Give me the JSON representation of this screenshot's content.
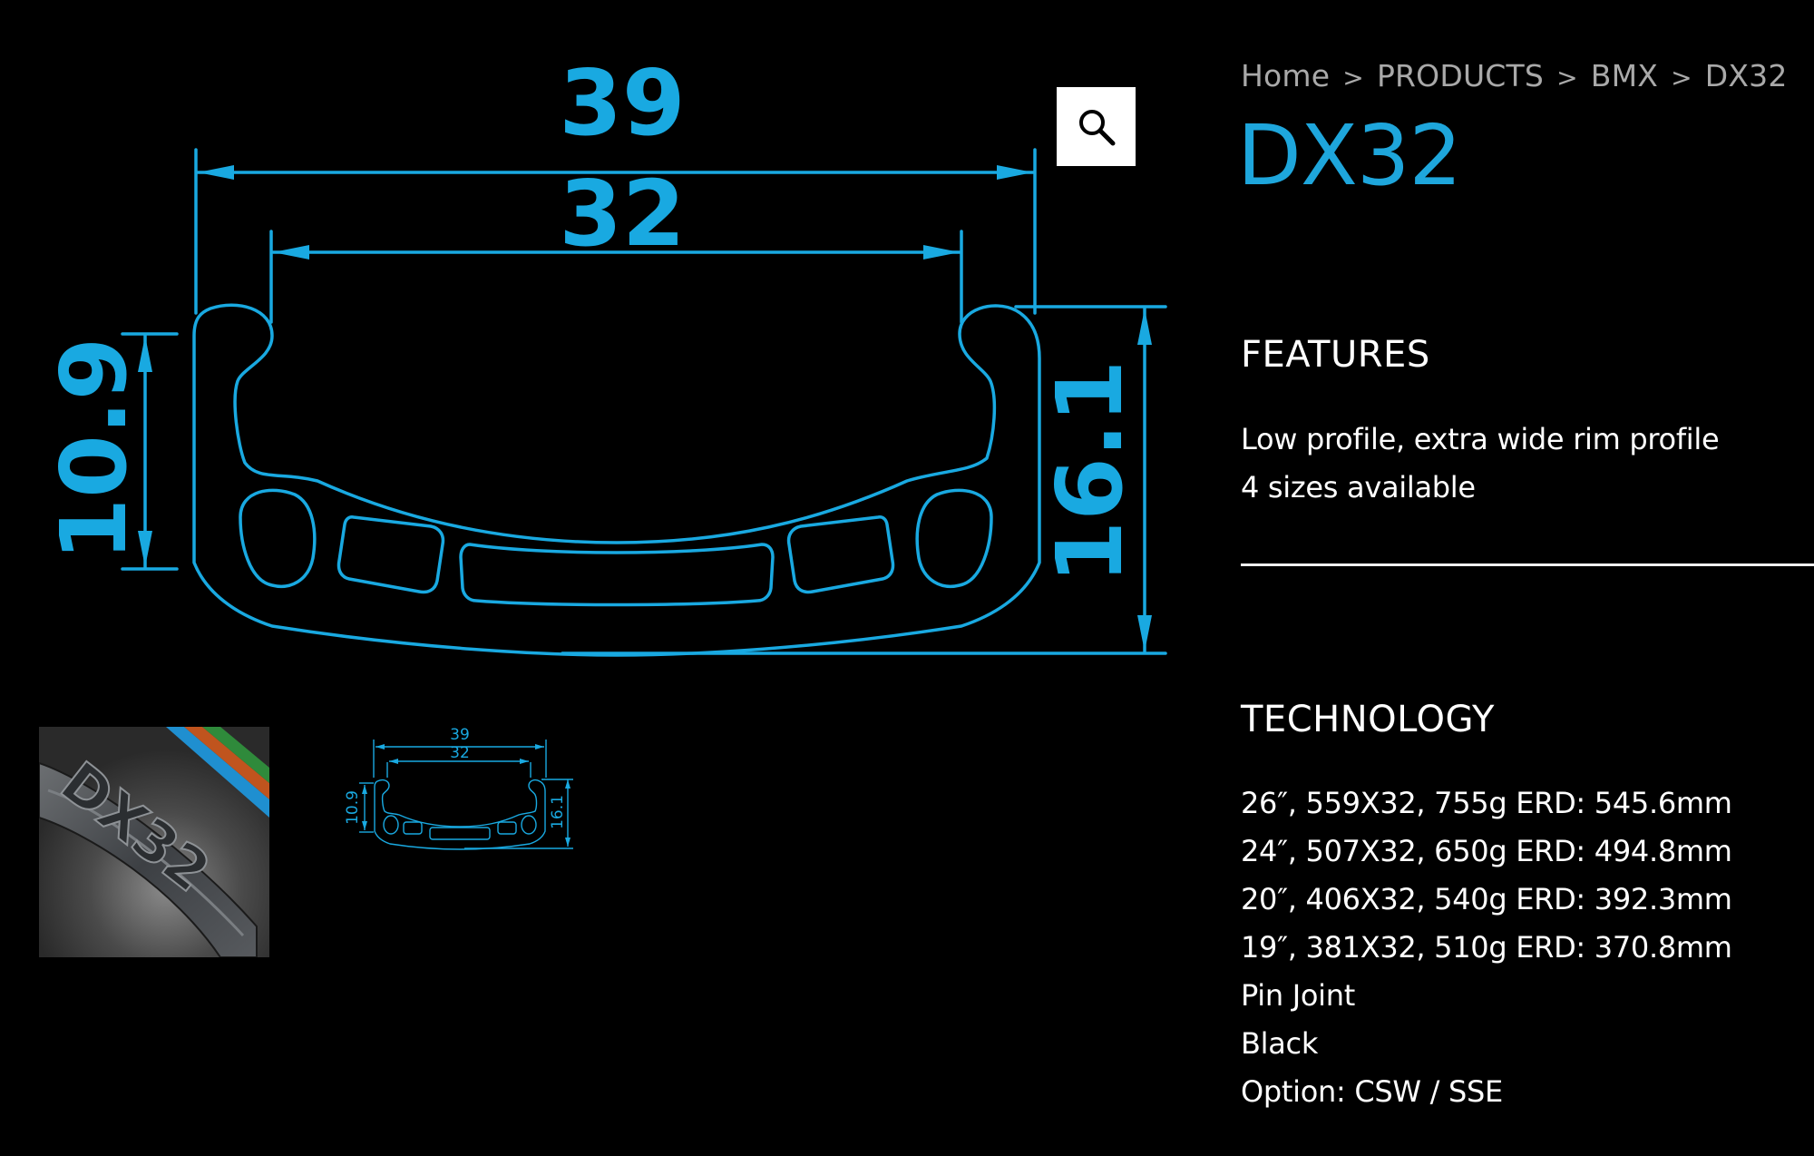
{
  "colors": {
    "accent": "#1ea6dc",
    "drawing_line": "#19a9e1",
    "background": "#000000",
    "breadcrumb": "#a9a9a9"
  },
  "breadcrumb": {
    "items": [
      "Home",
      "PRODUCTS",
      "BMX",
      "DX32"
    ],
    "separator": ">"
  },
  "product": {
    "title": "DX32"
  },
  "gallery": {
    "zoom_icon": "search-icon",
    "main_drawing": {
      "outer_width": "39",
      "inner_width": "32",
      "inner_height": "10.9",
      "rim_height": "16.1"
    },
    "thumbnails": [
      {
        "kind": "rim-photo",
        "brand_text": "DX32"
      },
      {
        "kind": "profile-drawing",
        "outer_width": "39",
        "inner_width": "32",
        "inner_height": "10.9",
        "rim_height": "16.1"
      }
    ]
  },
  "features": {
    "heading": "FEATURES",
    "lines": [
      "Low profile, extra wide rim profile",
      "4 sizes available"
    ]
  },
  "technology": {
    "heading": "TECHNOLOGY",
    "lines": [
      "26″, 559X32, 755g ERD: 545.6mm",
      "24″, 507X32, 650g ERD: 494.8mm",
      "20″, 406X32, 540g ERD: 392.3mm",
      "19″, 381X32, 510g ERD: 370.8mm",
      "Pin Joint",
      "Black",
      "Option: CSW / SSE"
    ]
  }
}
